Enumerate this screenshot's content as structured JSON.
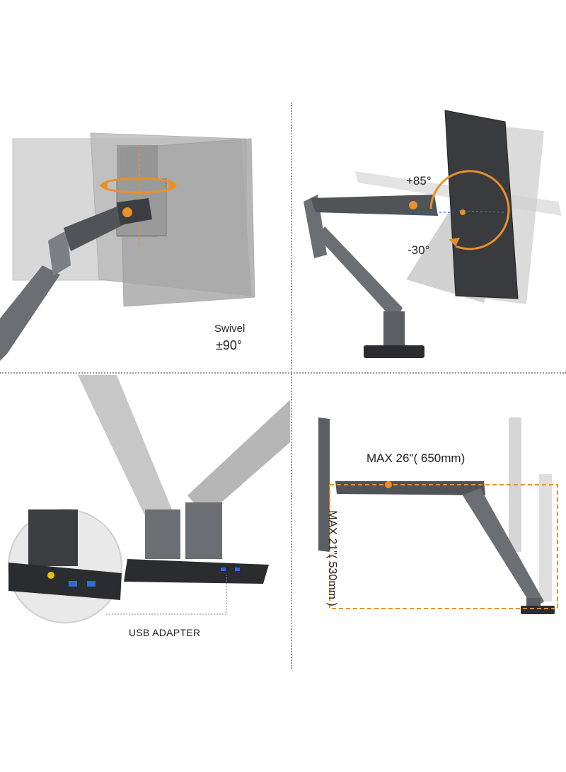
{
  "panels": {
    "swivel": {
      "label_line1": "Swivel",
      "label_line2": "±90°"
    },
    "tilt": {
      "up_label": "+85°",
      "down_label": "-30°"
    },
    "usb": {
      "label": "USB ADAPTER"
    },
    "extension": {
      "max_horizontal": "MAX 26\"( 650mm)",
      "max_vertical": "MAX 21\"( 530mm )"
    }
  },
  "colors": {
    "accent": "#e8902a",
    "arm": "#5a5d62",
    "dark": "#2b2c2f",
    "ghost": "#c8c8c8",
    "guide": "#2f6bd8"
  }
}
